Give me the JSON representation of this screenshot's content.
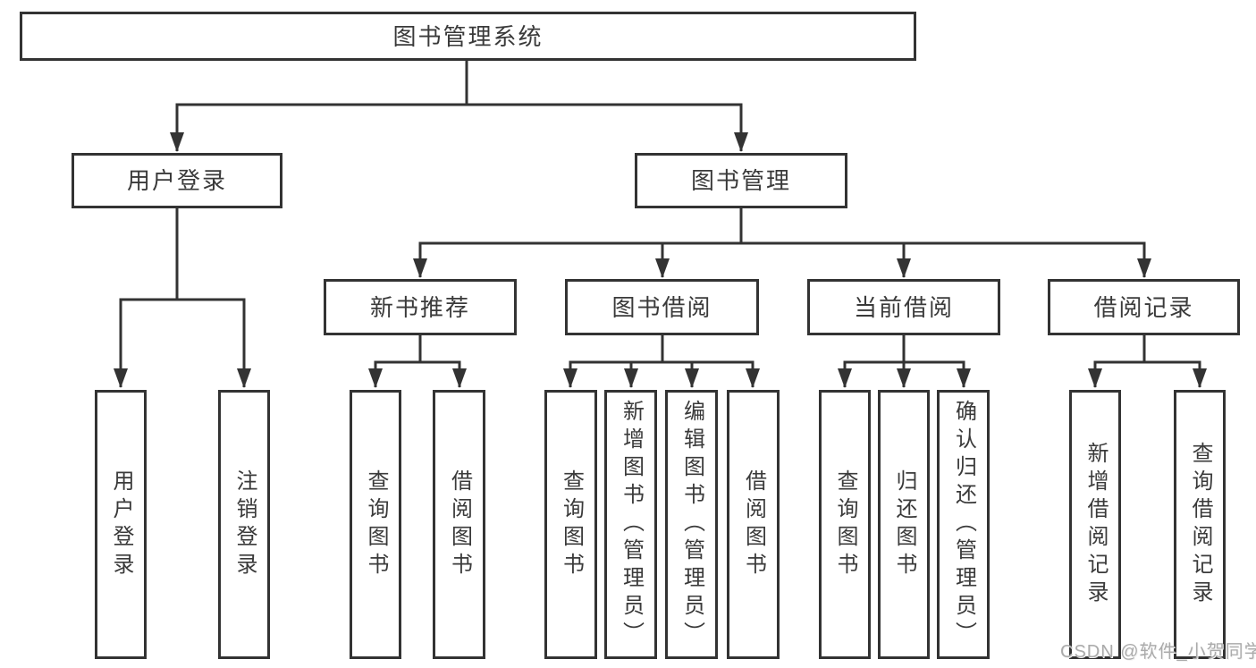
{
  "colors": {
    "line": "#333333",
    "border": "#333333",
    "text": "#3a3a3a",
    "watermark": "#ababab",
    "background": "#ffffff"
  },
  "watermark": "CSDN @软件_小贺同学",
  "tree": {
    "root": {
      "label": "图书管理系统",
      "children": [
        {
          "label": "用户登录",
          "children": [
            {
              "label": "用户登录"
            },
            {
              "label": "注销登录"
            }
          ]
        },
        {
          "label": "图书管理",
          "children": [
            {
              "label": "新书推荐",
              "children": [
                {
                  "label": "查询图书"
                },
                {
                  "label": "借阅图书"
                }
              ]
            },
            {
              "label": "图书借阅",
              "children": [
                {
                  "label": "查询图书"
                },
                {
                  "label": "新增图书（管理员）"
                },
                {
                  "label": "编辑图书（管理员）"
                },
                {
                  "label": "借阅图书"
                }
              ]
            },
            {
              "label": "当前借阅",
              "children": [
                {
                  "label": "查询图书"
                },
                {
                  "label": "归还图书"
                },
                {
                  "label": "确认归还（管理员）"
                }
              ]
            },
            {
              "label": "借阅记录",
              "children": [
                {
                  "label": "新增借阅记录"
                },
                {
                  "label": "查询借阅记录"
                }
              ]
            }
          ]
        }
      ]
    }
  }
}
